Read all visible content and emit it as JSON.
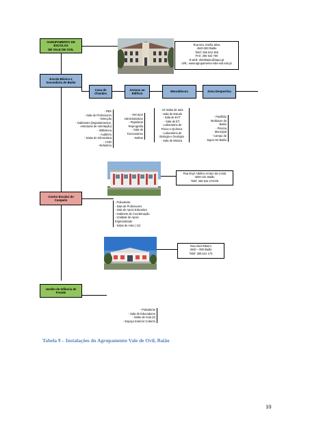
{
  "header_box": {
    "lines": [
      "AGRUPAMENTO DE ESCOLAS",
      "DE VALE DE OVIL"
    ]
  },
  "contact_main": {
    "lines": [
      "Rua Dra. Emília Silva",
      "4640-383 Baião",
      "Telef: 255 542 468",
      "FAX: 255 542 760",
      "E-amil: eb23baiao@sapo.pt",
      "URL: www.agrupamento-vale-ovil.edu.pt"
    ]
  },
  "school_box": {
    "lines": [
      "Escola Básica e",
      "Secundária de Baião"
    ]
  },
  "categories": [
    {
      "lines": [
        "Casa de",
        "Chavães"
      ]
    },
    {
      "lines": [
        "Anexos ao",
        "Edifício"
      ]
    },
    {
      "lines": [
        "Monoblocos"
      ]
    },
    {
      "lines": [
        "Zona Desportiva"
      ]
    }
  ],
  "casa_chavaes_list": [
    "- PBX",
    "- Sala de Professores",
    "- Direcção",
    "- Gabinetes (Departamentos,",
    "estruturas de orientação)",
    "- Biblioteca",
    "- Auditório",
    "- Salas de Informática",
    "- CNO",
    "- Refeitório"
  ],
  "anexos_list": [
    "- Serviços",
    "Administrativos",
    "- Papelaria/",
    "Reprografia",
    "- Sala de",
    "Funcionários",
    "- Bufete"
  ],
  "monoblocos_list": [
    "- 23 Salas de aula",
    "- Sala de Estudo",
    "- Sala de EVT",
    "- Sala de ET",
    "- Laboratório de",
    "Física e Química",
    "- Laboratório de",
    "Biologia e Geologia",
    "- Sala de Música"
  ],
  "zona_desportiva_list": [
    "- Pavilhão",
    "Multiusos de",
    "Baião",
    "- Piscina",
    "Municipal",
    "- Campo de",
    "Jogos AD Baião"
  ],
  "contact_centro": {
    "lines": [
      "Rua Engº Adelino Amaro da Costa",
      "4640-141 Baião",
      "Telef: 255 542 272/4/5"
    ]
  },
  "centro_box": {
    "lines": [
      "Centro Escolar de",
      "Campelo"
    ]
  },
  "centro_list": [
    "- Polivalente",
    "- Sala de Professores",
    "- Sala de Apoio Educativo",
    "- Gabinete de Coordenação",
    "- Unidade de Apoio",
    "Especializado",
    "- Salas de Aula ( 12)"
  ],
  "contact_jardim": {
    "lines": [
      "Rua Abel Ribeiro",
      "4640 – 000 Baião",
      "Telef: 255 541 170"
    ]
  },
  "jardim_box": {
    "lines": [
      "Jardim de Infância de",
      "Frende"
    ]
  },
  "jardim_list": [
    "- Polivalente",
    "- Sala de Educadores",
    "- Salas de Aula (3)",
    "- Espaço Exterior Coberto"
  ],
  "caption": "Tabela 9 – Instalações do Agrupamento Vale de Ovil, Baião",
  "page_number": "10",
  "colors": {
    "green": "#92c55e",
    "blue": "#95b3d7",
    "pink": "#e7a19b",
    "caption": "#4f81bd"
  }
}
